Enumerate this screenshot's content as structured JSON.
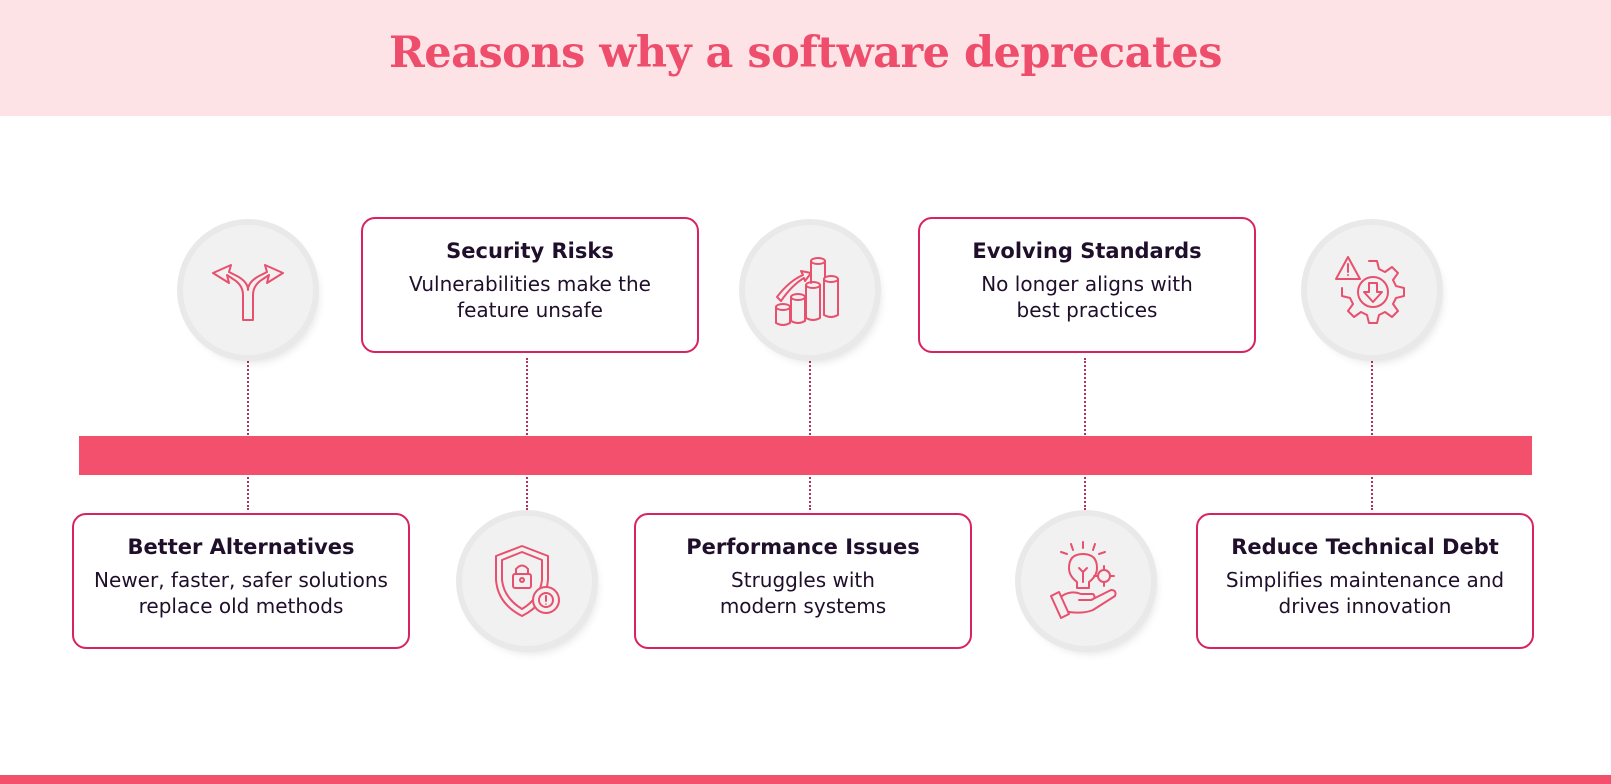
{
  "header": {
    "title": "Reasons why a software deprecates"
  },
  "colors": {
    "accent": "#f2506c",
    "title": "#ee4d6b",
    "header_bg": "#fde3e6",
    "card_border": "#d8235e",
    "text": "#1f0f2b",
    "icon_stroke": "#e8506d"
  },
  "items": [
    {
      "title": "Better Alternatives",
      "desc": "Newer, faster, safer solutions replace old methods",
      "icon": "split-arrows-icon",
      "position": "bottom"
    },
    {
      "title": "Security Risks",
      "desc": "Vulnerabilities make the feature unsafe",
      "icon": "shield-lock-gear-icon",
      "position": "top"
    },
    {
      "title": "Performance Issues",
      "desc": "Struggles with modern systems",
      "icon": "growth-chart-cylinders-icon",
      "position": "bottom"
    },
    {
      "title": "Evolving Standards",
      "desc": "No longer aligns with best practices",
      "icon": "hand-lightbulb-gear-icon",
      "position": "top"
    },
    {
      "title": "Reduce Technical Debt",
      "desc": "Simplifies maintenance and drives innovation",
      "icon": "gear-warning-download-icon",
      "position": "bottom"
    }
  ]
}
